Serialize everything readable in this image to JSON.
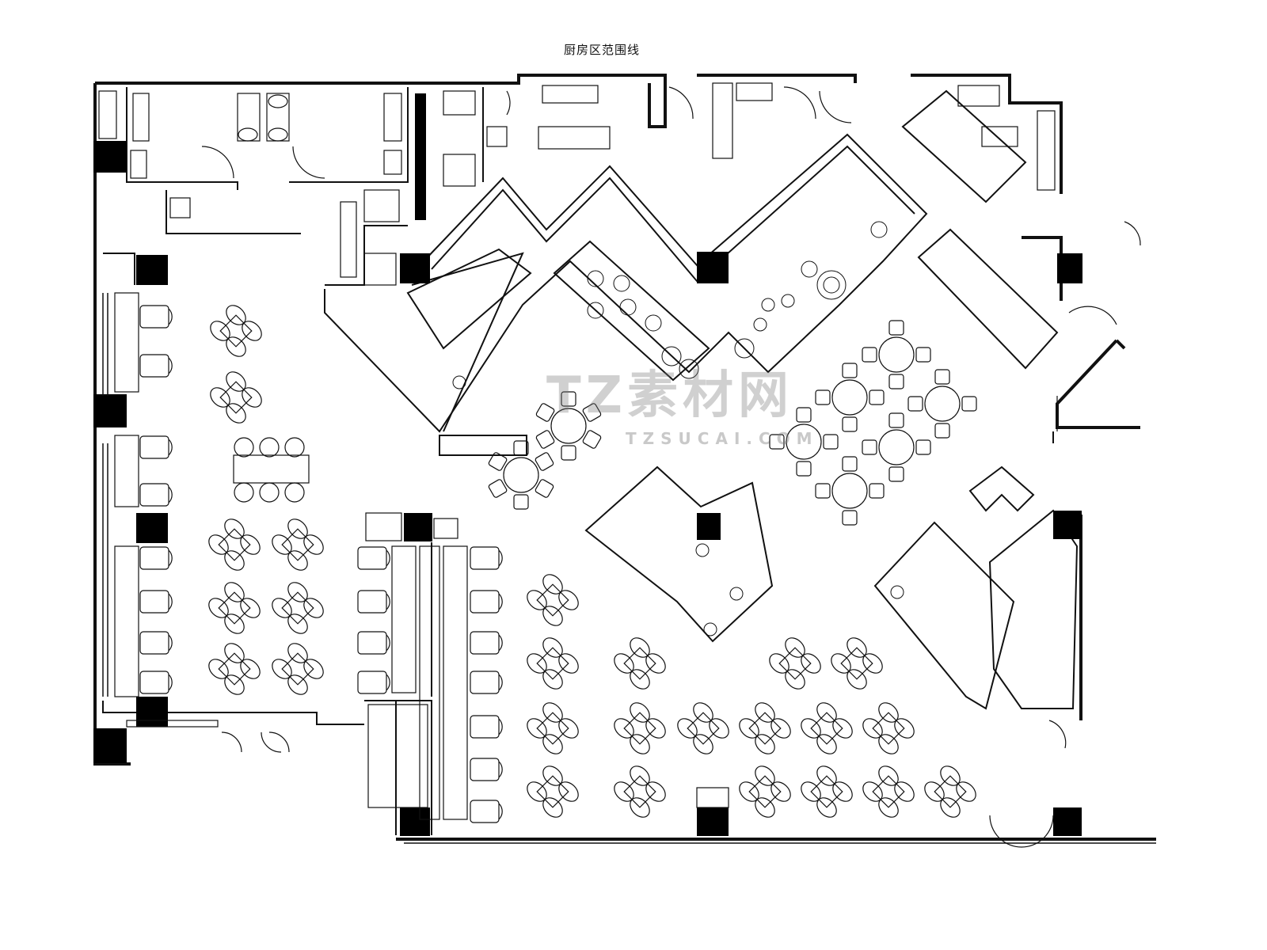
{
  "title": "厨房区范围线",
  "watermark": {
    "main": "TZ素材网",
    "sub": "TZSUCAI.COM"
  },
  "palette": {
    "line": "#111111",
    "fill_dark": "#000000",
    "background": "#ffffff",
    "watermark": "#8a8a8a"
  }
}
